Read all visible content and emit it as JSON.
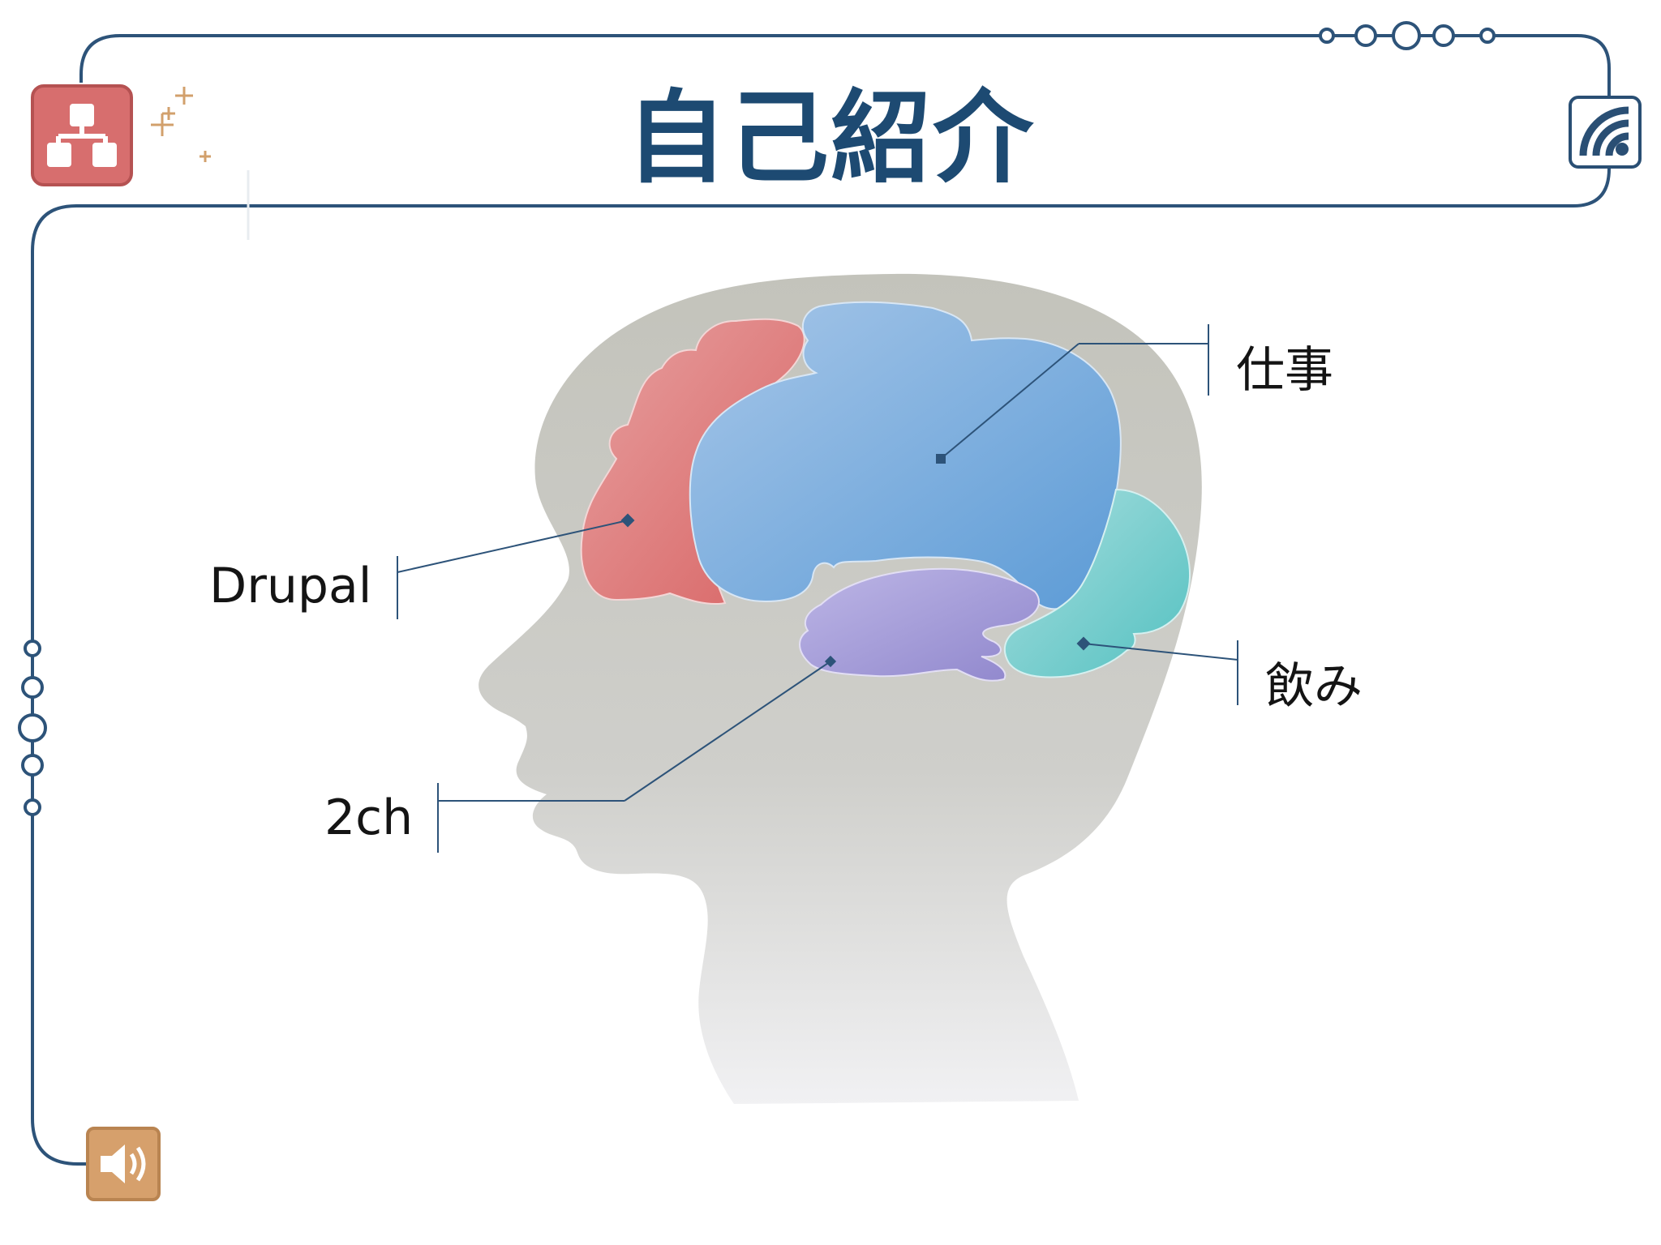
{
  "slide": {
    "title": "自己紹介"
  },
  "diagram": {
    "labels": {
      "drupal": "Drupal",
      "work": "仕事",
      "drinking": "飲み",
      "twochannel": "2ch"
    }
  },
  "icons": {
    "top_left": "organization-chart-icon",
    "top_right": "rss-feed-icon",
    "bottom_left": "speaker-icon",
    "decoration": "sparkle-icon"
  },
  "colors": {
    "frame": "#2d5379",
    "title": "#1d4a72",
    "head": "#c4c4bc",
    "region_red": "#e07575",
    "region_blue": "#7aaee0",
    "region_purple": "#a79ad8",
    "region_teal": "#7fd0d0",
    "sparkle": "#d2a06c"
  }
}
